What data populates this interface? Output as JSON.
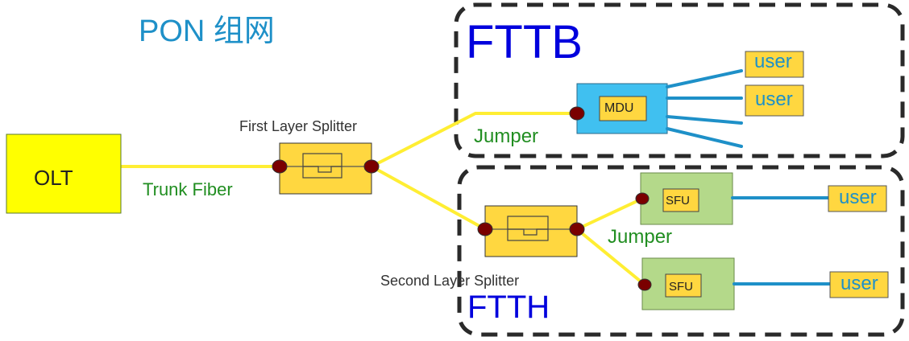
{
  "title": "PON 组网",
  "zones": {
    "fttb": "FTTB",
    "ftth": "FTTH"
  },
  "nodes": {
    "olt": "OLT",
    "mdu": "MDU",
    "sfu_top": "SFU",
    "sfu_bottom": "SFU"
  },
  "links": {
    "trunk_fiber": "Trunk Fiber",
    "jumper_top": "Jumper",
    "jumper_bottom": "Jumper"
  },
  "splitters": {
    "first": "First Layer Splitter",
    "second": "Second Layer Splitter"
  },
  "users": [
    "user",
    "user",
    "user",
    "user"
  ],
  "colors": {
    "title": "#1e90c8",
    "zone_label": "#0000dd",
    "fiber": "#ffee33",
    "device_fill": "#ffff00",
    "splitter_fill": "#ffd740",
    "mdu_fill": "#40c0f0",
    "sfu_fill": "#b4d98a",
    "user_fill": "#ffd740",
    "user_text": "#1e90c8",
    "user_line": "#1e90c8",
    "port": "#7a0000",
    "link_label": "#218e21"
  }
}
